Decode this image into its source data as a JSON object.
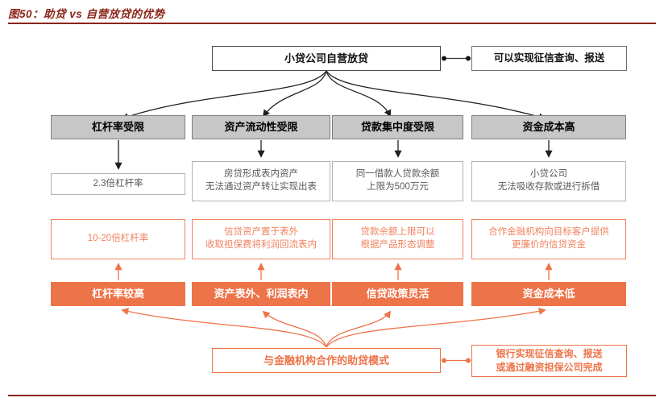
{
  "title": "图50：助贷 vs 自营放贷的优势",
  "colors": {
    "title_red": "#8B2318",
    "orange_fill": "#ED7348",
    "orange_outline": "#F0825F",
    "gray_fill": "#C7C7C7",
    "gray_text": "#595959",
    "arrow_black": "#1f1f1f"
  },
  "top": {
    "main_box": "小贷公司自营放贷",
    "side_box": "可以实现征信查询、报送"
  },
  "columns": [
    {
      "header": "杠杆率受限",
      "constraint": [
        "2.3倍杠杆率"
      ],
      "benefit": [
        "10-20倍杠杆率"
      ],
      "summary": "杠杆率较高"
    },
    {
      "header": "资产流动性受限",
      "constraint": [
        "房贷形成表内资产",
        "无法通过资产转让实现出表"
      ],
      "benefit": [
        "信贷资产置于表外",
        "收取担保费将利润回流表内"
      ],
      "summary": "资产表外、利润表内"
    },
    {
      "header": "贷款集中度受限",
      "constraint": [
        "同一借款人贷款余额",
        "上限为500万元"
      ],
      "benefit": [
        "贷款余额上限可以",
        "根据产品形态调整"
      ],
      "summary": "信贷政策灵活"
    },
    {
      "header": "资金成本高",
      "constraint": [
        "小贷公司",
        "无法吸收存款或进行拆借"
      ],
      "benefit": [
        "合作金融机构向目标客户提供",
        "更廉价的信贷资金"
      ],
      "summary": "资金成本低"
    }
  ],
  "bottom": {
    "main_box": "与金融机构合作的助贷模式",
    "side_box": [
      "银行实现征信查询、报送",
      "或通过融资担保公司完成"
    ]
  }
}
